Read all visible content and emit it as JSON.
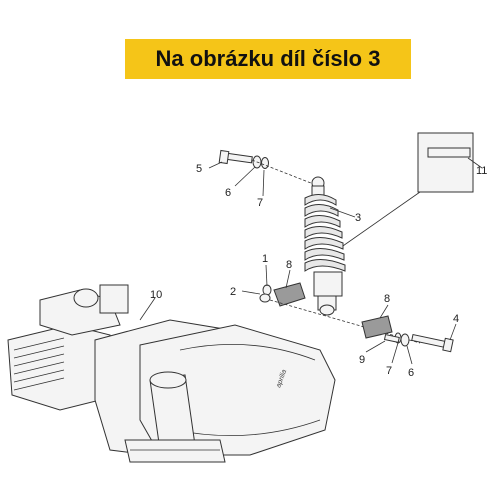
{
  "title": "Na obrázku díl číslo 3",
  "callouts": {
    "c1": "1",
    "c2": "2",
    "c3": "3",
    "c4": "4",
    "c5": "5",
    "c6a": "6",
    "c6b": "6",
    "c7a": "7",
    "c7b": "7",
    "c8a": "8",
    "c8b": "8",
    "c9": "9",
    "c10": "10",
    "c11": "11"
  },
  "brand_mark": "aprilia",
  "colors": {
    "banner": "#f5c518",
    "text": "#111111"
  }
}
